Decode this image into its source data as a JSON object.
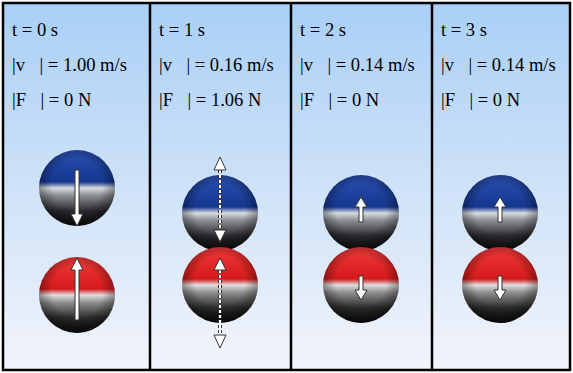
{
  "diagram": {
    "nodes": [
      {
        "text": [
          "t = 0 s",
          "|v⃗| = 1.00 m/s",
          "|F⃗| = 0 N"
        ]
      },
      {
        "text": [
          "t = 1 s",
          "|v⃗| = 0.16 m/s",
          "|F⃗| = 1.06 N"
        ]
      },
      {
        "text": [
          "t = 2 s",
          "|v⃗| = 0.14 m/s",
          "|F⃗| = 0 N"
        ]
      },
      {
        "text": [
          "t = 3 s",
          "|v⃗| = 0.14 m/s",
          "|F⃗| = 0 N"
        ]
      }
    ]
  }
}
